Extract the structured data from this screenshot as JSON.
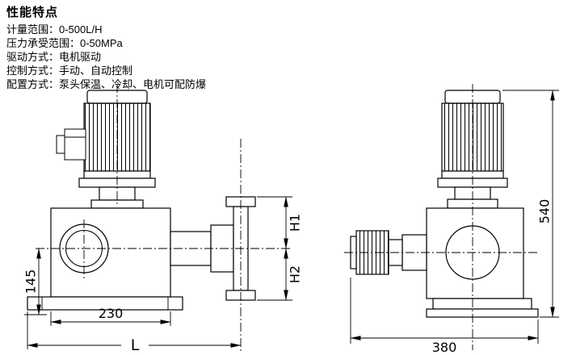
{
  "panel": {
    "title": "性能特点",
    "lines": [
      "计量范围：0-500L/H",
      "压力承受范围：0-50MPa",
      "驱动方式：电机驱动",
      "控制方式：手动、自动控制",
      "配置方式：泵头保温、冷却、电机可配防爆"
    ]
  },
  "drawing": {
    "left_view": {
      "dim_height": "145",
      "dim_width": "230",
      "dim_length": "L",
      "dim_h1": "H1",
      "dim_h2": "H2"
    },
    "right_view": {
      "dim_height": "540",
      "dim_length": "380"
    },
    "colors": {
      "line": "#000000",
      "background": "#ffffff"
    }
  }
}
